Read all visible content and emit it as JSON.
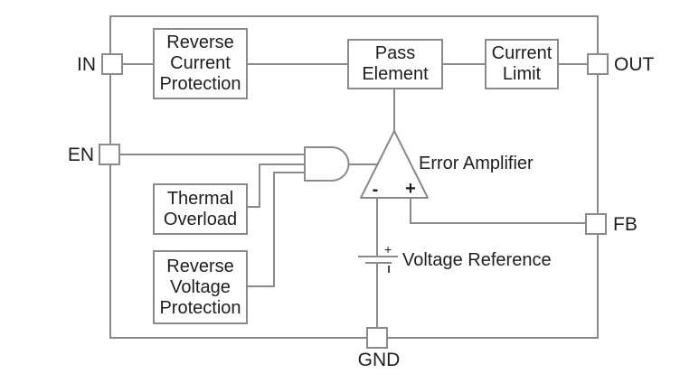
{
  "diagram_type": "LDO regulator functional block diagram",
  "pins": {
    "in": "IN",
    "en": "EN",
    "out": "OUT",
    "fb": "FB",
    "gnd": "GND"
  },
  "blocks": {
    "reverse_current_protection": "Reverse\nCurrent\nProtection",
    "pass_element": "Pass\nElement",
    "current_limit": "Current\nLimit",
    "thermal_overload": "Thermal\nOverload",
    "reverse_voltage_protection": "Reverse\nVoltage\nProtection"
  },
  "labels": {
    "error_amplifier": "Error Amplifier",
    "voltage_reference": "Voltage Reference"
  },
  "symbols": {
    "and_gate": "and-gate",
    "opamp_minus": "-",
    "opamp_plus": "+",
    "battery_plus": "+"
  },
  "colors": {
    "wire": "#8a8a8a",
    "text": "#1e1e1e",
    "background": "#ffffff"
  }
}
